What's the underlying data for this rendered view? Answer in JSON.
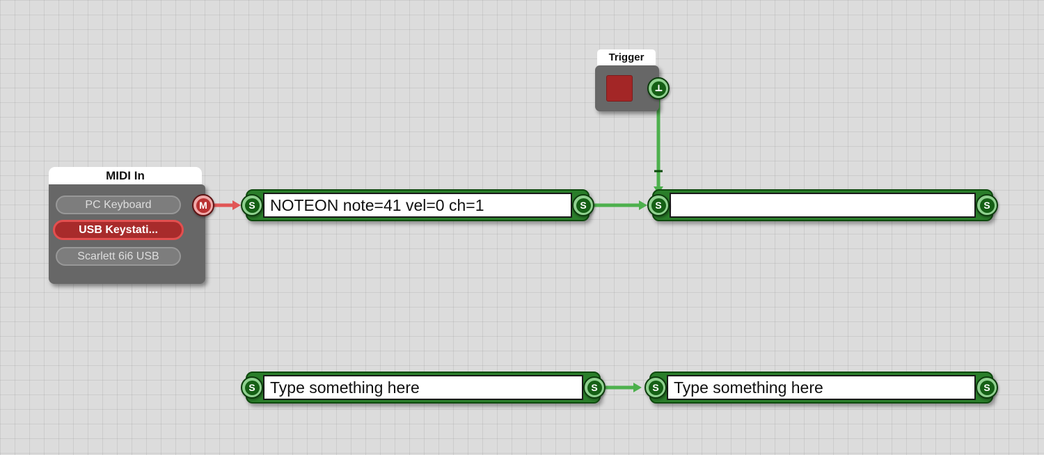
{
  "colors": {
    "connection_green": "#4db04d",
    "connection_red": "#e15555",
    "node_green": "#2a7e2a",
    "port_green_core": "#156015",
    "port_red_core": "#b93131",
    "selected_item_red": "#a82b2b",
    "trigger_button_red": "#a32626"
  },
  "trigger_node": {
    "title": "Trigger"
  },
  "midi_node": {
    "title": "MIDI In",
    "items": [
      {
        "label": "PC Keyboard",
        "selected": false
      },
      {
        "label": "USB Keystati...",
        "selected": true
      },
      {
        "label": "Scarlett 6i6 USB",
        "selected": false
      }
    ],
    "output_port_label": "M"
  },
  "string_port_label": "S",
  "string_nodes": {
    "noteon": {
      "value": "NOTEON note=41 vel=0 ch=1"
    },
    "merged": {
      "value": ""
    },
    "bottom_left": {
      "value": "Type something here"
    },
    "bottom_right": {
      "value": "Type something here"
    }
  }
}
